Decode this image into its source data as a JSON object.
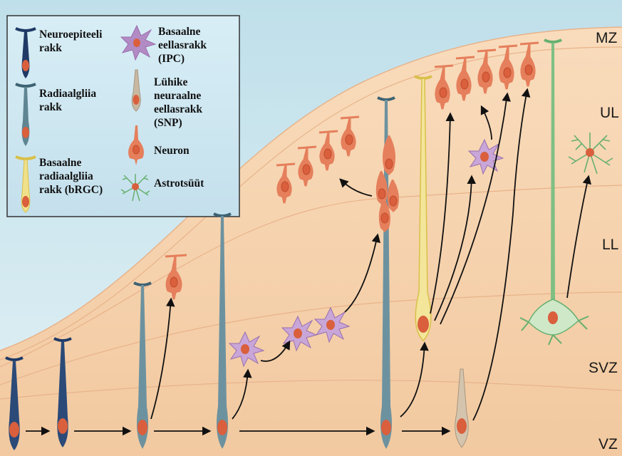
{
  "layers": [
    "MZ",
    "UL",
    "LL",
    "SVZ",
    "VZ"
  ],
  "legend": {
    "neuroepithelial": [
      "Neuroepiteeli",
      "rakk"
    ],
    "radial_glia": [
      "Radiaalgliia",
      "rakk"
    ],
    "brgc": [
      "Basaalne",
      "radiaalgliia",
      "rakk (bRGC)"
    ],
    "ipc": [
      "Basaalne",
      "eellasrakk",
      "(IPC)"
    ],
    "snp": [
      "Lühike",
      "neuraalne",
      "eellasrakk",
      "(SNP)"
    ],
    "neuron": [
      "Neuron"
    ],
    "astrocyte": [
      "Astrotsüüt"
    ]
  },
  "colors": {
    "sky": "#cfe6ef",
    "tissue": "#f6d3ae",
    "neuroepithelial": "#1f3a66",
    "radial_glia": "#3d6272",
    "brgc": "#d8c04a",
    "ipc": "#b28ac4",
    "snp": "#c8b8a2",
    "neuron": "#e57f5c",
    "astrocyte": "#66b070",
    "nucleus": "#d95f3d"
  }
}
